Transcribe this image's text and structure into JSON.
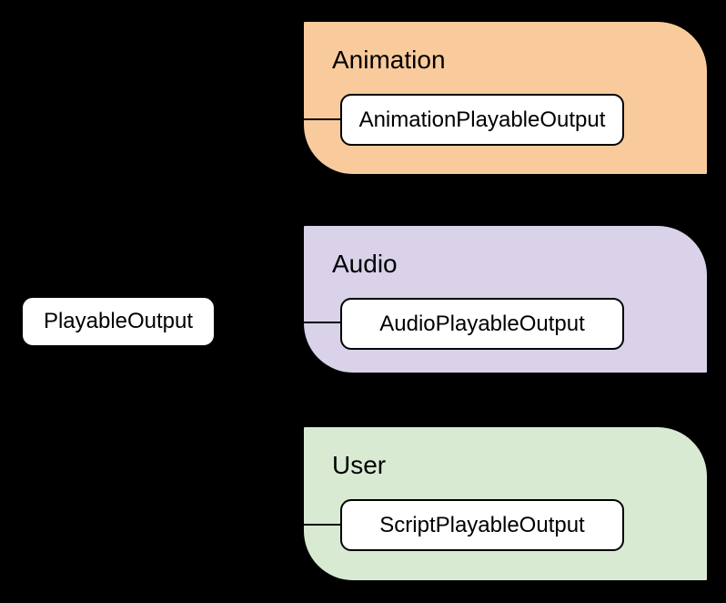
{
  "canvas": {
    "background": "#000000",
    "connector_color": "#000000"
  },
  "root_node": {
    "label": "PlayableOutput",
    "fill": "#FFFFFF",
    "text_color": "#000000"
  },
  "groups": [
    {
      "label": "Animation",
      "fill": "#F9CB9C",
      "node": {
        "label": "AnimationPlayableOutput",
        "fill": "#FFFFFF"
      }
    },
    {
      "label": "Audio",
      "fill": "#D9D2E9",
      "node": {
        "label": "AudioPlayableOutput",
        "fill": "#FFFFFF"
      }
    },
    {
      "label": "User",
      "fill": "#D9EAD3",
      "node": {
        "label": "ScriptPlayableOutput",
        "fill": "#FFFFFF"
      }
    }
  ],
  "connections": [
    {
      "from": "PlayableOutput",
      "to": "AnimationPlayableOutput"
    },
    {
      "from": "PlayableOutput",
      "to": "AudioPlayableOutput"
    },
    {
      "from": "PlayableOutput",
      "to": "ScriptPlayableOutput"
    }
  ]
}
